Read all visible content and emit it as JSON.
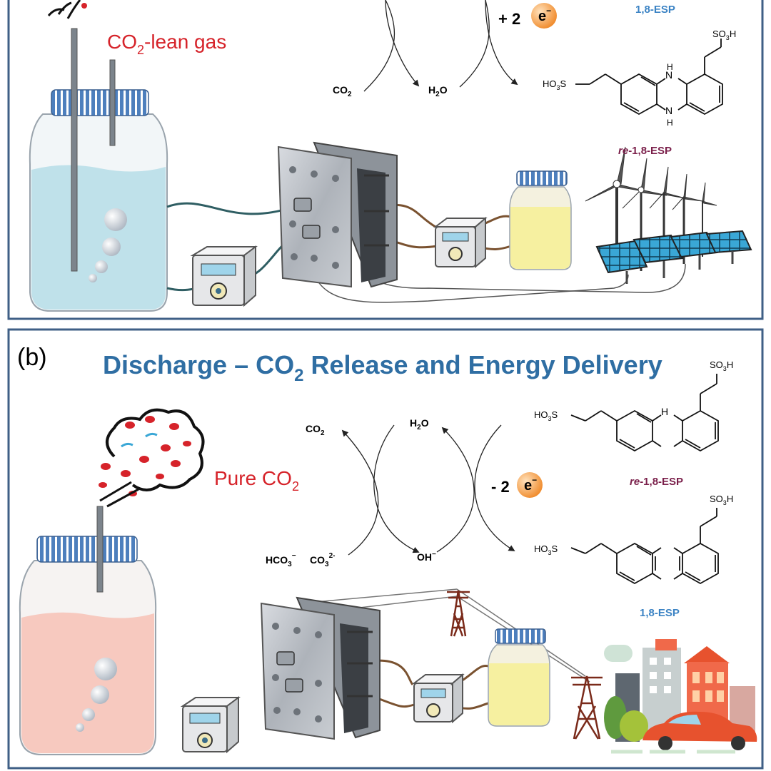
{
  "colors": {
    "frame": "#3f5f86",
    "title_blue": "#2f6ea3",
    "esp_blue": "#3b83c4",
    "re_esp_maroon": "#7a1f4a",
    "label_red": "#d6232a",
    "tube_teal": "#2f5e63",
    "tube_brown": "#7a5230",
    "charge_liquid": "#bfe1ea",
    "discharge_liquid": "#f7c9bf",
    "reservoir_yellow": "#f6f0a0",
    "electron_orange": "#f5a24a",
    "cap_blue": "#4d7fbd",
    "plate_gray": "#b8bcc2",
    "solar_cell": "#3aa7d6",
    "building_orange": "#f0694a"
  },
  "panel_a": {
    "gas_label_main": "CO",
    "gas_label_sub": "2",
    "gas_label_rest": "-lean gas",
    "electron_change": "+ 2",
    "electron_symbol": "e",
    "electron_charge": "−",
    "left_reactant_main": "CO",
    "left_reactant_sub": "2",
    "left_product_main": "H",
    "left_product_sub": "2",
    "left_product_rest": "O",
    "top_molecule_name": "1,8-ESP",
    "molecule_name_prefix": "re",
    "molecule_name_rest": "-1,8-ESP",
    "nh_label": "H",
    "n_label": "N",
    "so3h": "SO3H",
    "ho3s": "HO3S",
    "icons": [
      "gas-jar-icon",
      "pump-icon",
      "flow-cell-icon",
      "reservoir-icon",
      "wind-turbine-icon",
      "solar-panel-icon",
      "electron-icon"
    ]
  },
  "panel_b": {
    "panel_label": "(b)",
    "title_part1": "Discharge – CO",
    "title_sub": "2",
    "title_part2": " Release and Energy Delivery",
    "gas_label_main": "Pure CO",
    "gas_label_sub": "2",
    "right_product_main": "CO",
    "right_product_sub": "2",
    "water_main": "H",
    "water_sub": "2",
    "water_rest": "O",
    "bicarbonate_main": "HCO",
    "bicarbonate_sub": "3",
    "bicarbonate_sup": "−",
    "carbonate_main": "CO",
    "carbonate_sub": "3",
    "carbonate_sup": "2-",
    "hydroxide_main": "OH",
    "hydroxide_sup": "−",
    "electron_change": "- 2",
    "electron_symbol": "e",
    "electron_charge": "−",
    "reduced_name_prefix": "re",
    "reduced_name_rest": "-1,8-ESP",
    "oxidized_name": "1,8-ESP",
    "icons": [
      "gas-jar-icon",
      "pump-icon",
      "flow-cell-icon",
      "reservoir-icon",
      "power-tower-icon",
      "city-icon",
      "car-icon",
      "electron-icon"
    ]
  }
}
